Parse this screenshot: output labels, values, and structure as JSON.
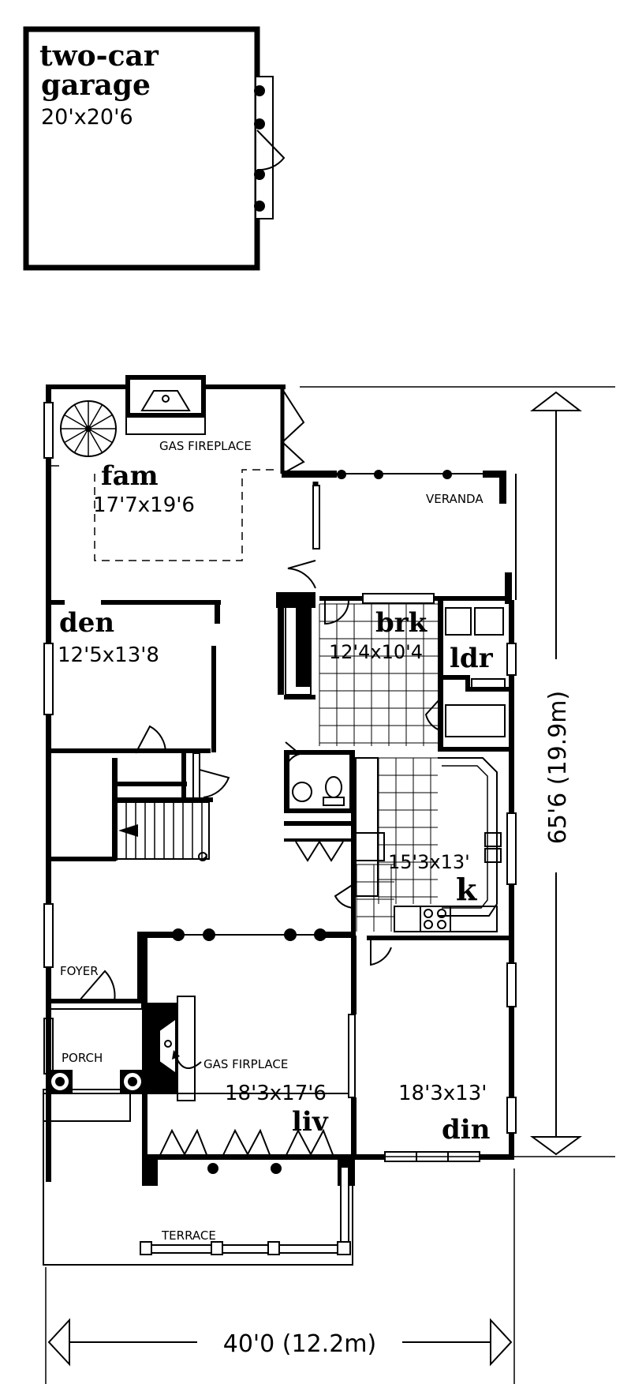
{
  "colors": {
    "ink": "#000000",
    "paper": "#ffffff"
  },
  "garage": {
    "name_line1": "two-car",
    "name_line2": "garage",
    "size": "20'x20'6"
  },
  "rooms": {
    "fam": {
      "name": "fam",
      "size": "17'7x19'6"
    },
    "den": {
      "name": "den",
      "size": "12'5x13'8"
    },
    "brk": {
      "name": "brk",
      "size": "12'4x10'4"
    },
    "ldr": {
      "name": "ldr"
    },
    "k": {
      "name": "k",
      "size": "15'3x13'"
    },
    "liv": {
      "name": "liv",
      "size": "18'3x17'6"
    },
    "din": {
      "name": "din",
      "size": "18'3x13'"
    }
  },
  "labels": {
    "gas_fireplace_top": "GAS FIREPLACE",
    "gas_fireplace_liv": "GAS FIRPLACE",
    "veranda": "VERANDA",
    "foyer": "FOYER",
    "porch": "PORCH",
    "terrace": "TERRACE"
  },
  "dimensions": {
    "depth": "65'6 (19.9m)",
    "width": "40'0 (12.2m)"
  }
}
